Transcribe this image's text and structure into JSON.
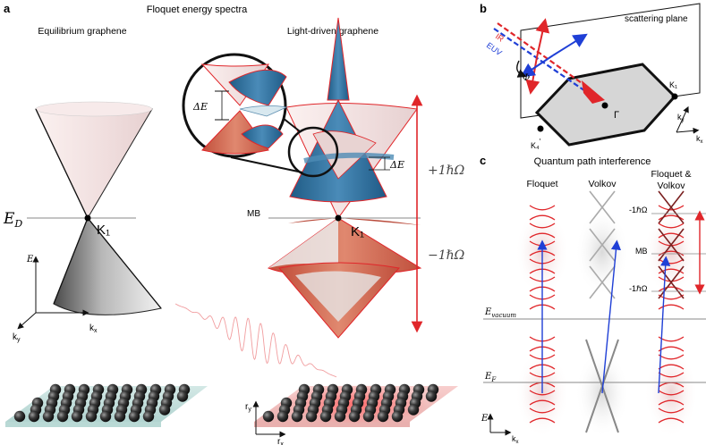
{
  "panel_a": {
    "letter": "a",
    "title": "Floquet energy spectra",
    "left_title": "Equilibrium graphene",
    "right_title": "Light-driven graphene",
    "ed_label": "E",
    "ed_sub": "D",
    "k1_left": "K₁",
    "k1_right": "K₁",
    "mb_label": "MB",
    "delta_e_zoom": "ΔE",
    "delta_e_main": "ΔE",
    "plus_label": "+1ℏΩ",
    "minus_label": "−1ℏΩ",
    "axis_e": "E",
    "axis_kx": "k",
    "axis_kx_sub": "x",
    "axis_ky": "k",
    "axis_ky_sub": "y",
    "axis_rx": "r",
    "axis_rx_sub": "x",
    "axis_ry": "r",
    "axis_ry_sub": "y"
  },
  "panel_b": {
    "letter": "b",
    "plane_label": "scattering plane",
    "ir_label": "IR",
    "euv_label": "EUV",
    "phi_label": "Φ",
    "gamma_label": "Γ",
    "k1_label": "K₁",
    "k4_label": "K₄",
    "k4_sup": "′",
    "ky_label": "k",
    "ky_sub": "y",
    "kx_label": "k",
    "kx_sub": "x"
  },
  "panel_c": {
    "letter": "c",
    "title": "Quantum path interference",
    "col_floquet": "Floquet",
    "col_volkov": "Volkov",
    "col_fv_line1": "Floquet &",
    "col_fv_line2": "Volkov",
    "e_vacuum": "E",
    "e_vacuum_sub": "vacuum",
    "e_f": "E",
    "e_f_sub": "F",
    "axis_e": "E",
    "axis_kx": "k",
    "axis_kx_sub": "x",
    "plus_label": "-1ℏΩ",
    "mb_label": "MB",
    "minus_label": "-1ℏΩ"
  },
  "colors": {
    "red": "#e0262a",
    "blue": "#1f3fd6",
    "cone_light": "#f3e3e2",
    "cone_dark": "#5a5a5a",
    "floquet_blue": "#2a6e9c",
    "floquet_red": "#d06a55",
    "grey_line": "#888888"
  }
}
